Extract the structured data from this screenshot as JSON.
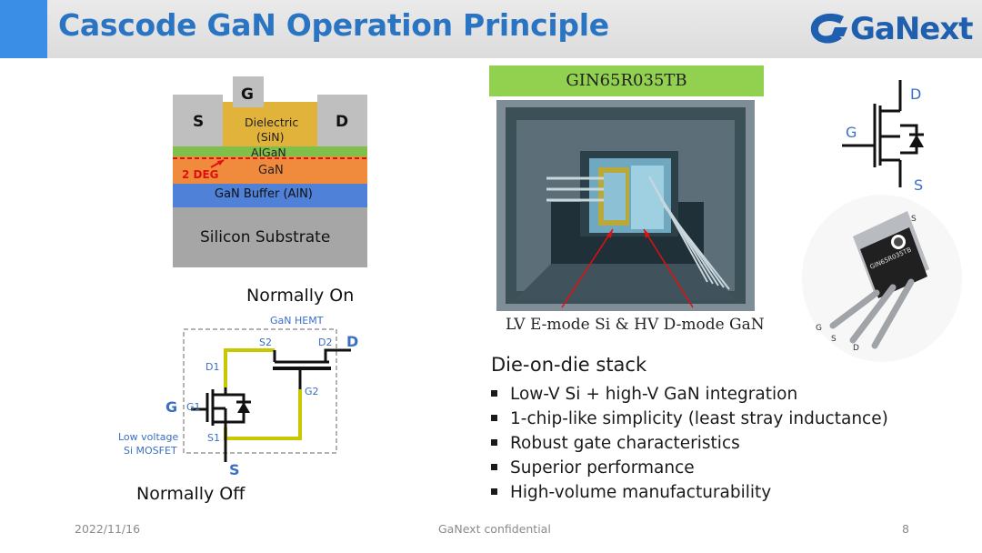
{
  "slide": {
    "title": "Cascode GaN Operation Principle",
    "logo_text": "GaNext",
    "colors": {
      "title_blue": "#2a74c4",
      "accent_green": "#92d050",
      "wire_yellow": "#c8c800",
      "pin_blue": "#3a6fc4"
    }
  },
  "layers": {
    "source": "S",
    "gate": "G",
    "drain": "D",
    "dielectric": "Dielectric",
    "dielectric_sub": "(SiN)",
    "algan": "AlGaN",
    "two_deg": "2 DEG",
    "gan": "GaN",
    "buffer": "GaN Buffer (AlN)",
    "substrate": "Silicon Substrate"
  },
  "cascode": {
    "normally_on": "Normally On",
    "gan_hemt": "GaN HEMT",
    "s2": "S2",
    "d2": "D2",
    "d_pin": "D",
    "d1": "D1",
    "g2": "G2",
    "g_pin": "G",
    "g1": "G1",
    "s1": "S1",
    "s_pin": "S",
    "low_voltage": "Low voltage",
    "si_mosfet": "Si MOSFET",
    "normally_off": "Normally Off"
  },
  "chip": {
    "part_number": "GIN65R035TB",
    "caption": "LV E-mode Si & HV D-mode GaN"
  },
  "symbol": {
    "d": "D",
    "g": "G",
    "s": "S"
  },
  "package": {
    "marking": "GIN65R035TB",
    "s_top": "S",
    "g": "G",
    "s": "S",
    "d": "D"
  },
  "features": {
    "heading": "Die-on-die stack",
    "items": [
      "Low-V Si + high-V GaN integration",
      "1-chip-like simplicity (least stray inductance)",
      "Robust gate characteristics",
      "Superior performance",
      "High-volume manufacturability"
    ]
  },
  "footer": {
    "date": "2022/11/16",
    "confidential": "GaNext confidential",
    "page": "8"
  }
}
